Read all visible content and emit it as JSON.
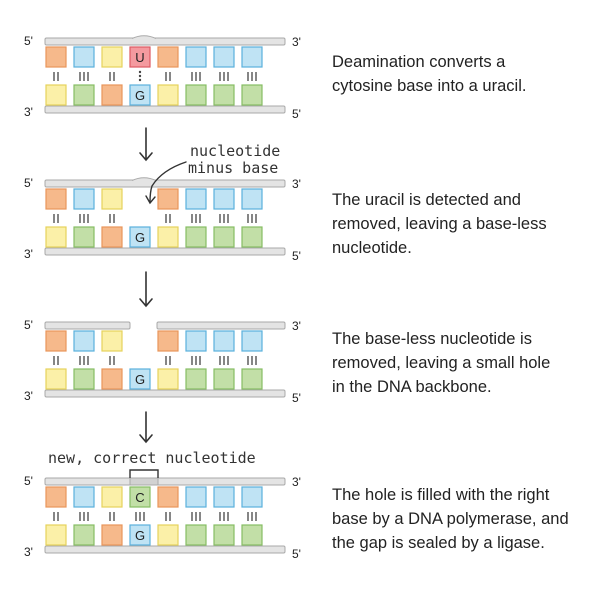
{
  "colors": {
    "orange": "#f6b98b",
    "orange_stroke": "#e8955a",
    "blue": "#bfe3f4",
    "blue_stroke": "#5ab1dc",
    "yellow": "#fbf0a8",
    "yellow_stroke": "#e6d25c",
    "green": "#c2dfa7",
    "green_stroke": "#87bd64",
    "red": "#f49a9f",
    "red_stroke": "#dd5a63",
    "backbone": "#e4e4e4",
    "backbone_stroke": "#a9a9a9",
    "nucleotide_gray": "#d2d2d2",
    "text": "#222222",
    "hand_text": "#333333"
  },
  "steps": [
    {
      "label_5_top": "5'",
      "label_3_top": "3'",
      "label_3_bottom": "3'",
      "label_5_bottom": "5'",
      "uracil_base": "U",
      "paired_base": "G",
      "text_lines": [
        "Deamination converts a",
        "cytosine base into a uracil."
      ]
    },
    {
      "label_5_top": "5'",
      "label_3_top": "3'",
      "label_3_bottom": "3'",
      "label_5_bottom": "5'",
      "paired_base": "G",
      "annotation_lines": [
        "nucleotide",
        "minus base"
      ],
      "text_lines": [
        "The uracil is detected and",
        "removed, leaving a base-less",
        "nucleotide."
      ]
    },
    {
      "label_5_top": "5'",
      "label_3_top": "3'",
      "label_3_bottom": "3'",
      "label_5_bottom": "5'",
      "paired_base": "G",
      "text_lines": [
        "The base-less nucleotide is",
        "removed, leaving a small hole",
        "in the DNA backbone."
      ]
    },
    {
      "label_5_top": "5'",
      "label_3_top": "3'",
      "label_3_bottom": "3'",
      "label_5_bottom": "5'",
      "new_base": "C",
      "paired_base": "G",
      "annotation": "new, correct nucleotide",
      "text_lines": [
        "The hole is filled with the right",
        "base by a DNA polymerase, and",
        "the gap is sealed by a ligase."
      ]
    }
  ],
  "arrows": [
    "down-arrow",
    "down-arrow",
    "down-arrow"
  ]
}
